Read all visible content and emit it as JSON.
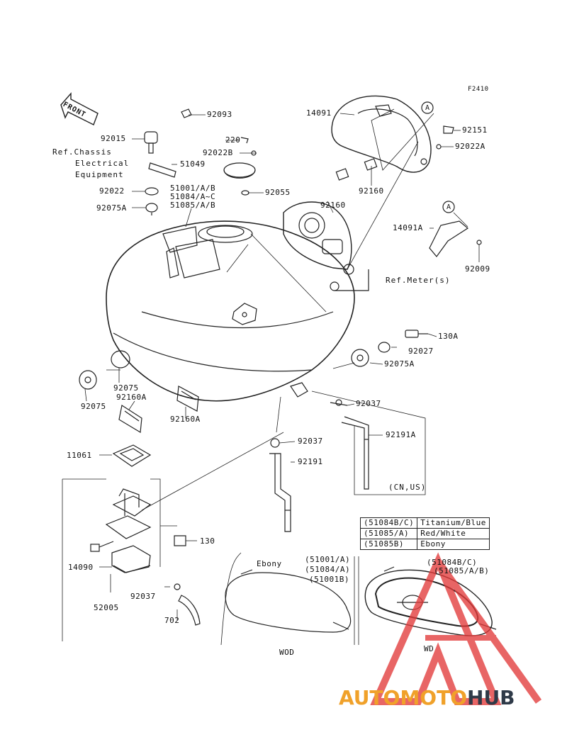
{
  "figure_code": "F2410",
  "front_label": "FRONT",
  "parts": {
    "p92093": "92093",
    "p92015": "92015",
    "p220": "220",
    "p92022B": "92022B",
    "p51049": "51049",
    "p92022": "92022",
    "p51001": "51001/A/B",
    "p51084": "51084/A~C",
    "p51085": "51085/A/B",
    "p92075A_l": "92075A",
    "p92055": "92055",
    "p14091": "14091",
    "p92151": "92151",
    "p92022A": "92022A",
    "p92160a": "92160",
    "p92160b": "92160",
    "p14091A": "14091A",
    "p92009": "92009",
    "p130A": "130A",
    "p92027": "92027",
    "p92075A_r": "92075A",
    "p92075_a": "92075",
    "p92160A_a": "92160A",
    "p92075_b": "92075",
    "p92160A_b": "92160A",
    "p92037_r": "92037",
    "p92191A": "92191A",
    "p92037_m": "92037",
    "p92191": "92191",
    "p11061": "11061",
    "p130": "130",
    "p14090": "14090",
    "p92037_b": "92037",
    "p52005": "52005",
    "p702": "702",
    "callout_a1": "A",
    "callout_a2": "A"
  },
  "references": {
    "chassis_line1": "Ref.Chassis",
    "chassis_line2": "Electrical",
    "chassis_line3": "Equipment",
    "meter": "Ref.Meter(s)",
    "region": "(CN,US)"
  },
  "color_table": [
    {
      "code": "(51084B/C)",
      "color": "Titanium/Blue"
    },
    {
      "code": "(51085/A)",
      "color": "Red/White"
    },
    {
      "code": "(51085B)",
      "color": "Ebony"
    }
  ],
  "variants": {
    "left_title": "Ebony",
    "left_codes_1": "(51001/A)",
    "left_codes_2": "(51084/A)",
    "left_codes_3": "(51001B)",
    "left_sub": "WOD",
    "right_codes_1": "(51084B/C)",
    "right_codes_2": "(51085/A/B)",
    "right_sub": "WD"
  },
  "watermark": {
    "part1": "AUTOMOTO",
    "part2": "HUB",
    "accent_color": "#f0a12a",
    "dark_color": "#2f3a48",
    "triangle_color": "#e23a3a"
  }
}
